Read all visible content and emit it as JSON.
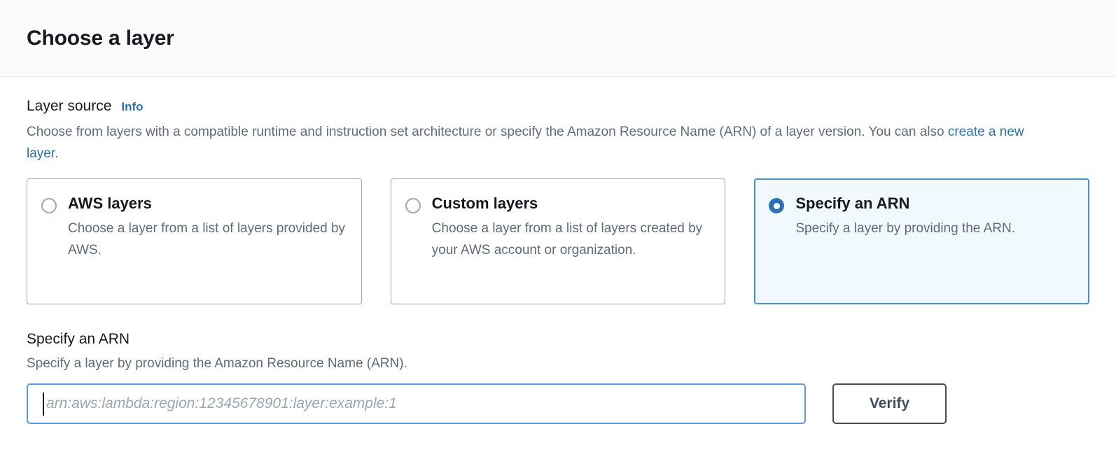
{
  "header": {
    "title": "Choose a layer"
  },
  "layer_source": {
    "label": "Layer source",
    "info_link": "Info",
    "description_part1": "Choose from layers with a compatible runtime and instruction set architecture or specify the Amazon Resource Name (ARN) of a layer version. You can also ",
    "description_link": "create a new layer",
    "description_part2": ".",
    "options": [
      {
        "title": "AWS layers",
        "description": "Choose a layer from a list of layers provided by AWS.",
        "selected": false
      },
      {
        "title": "Custom layers",
        "description": "Choose a layer from a list of layers created by your AWS account or organization.",
        "selected": false
      },
      {
        "title": "Specify an ARN",
        "description": "Specify a layer by providing the ARN.",
        "selected": true
      }
    ]
  },
  "arn_section": {
    "heading": "Specify an ARN",
    "subtext": "Specify a layer by providing the Amazon Resource Name (ARN).",
    "input_placeholder": "arn:aws:lambda:region:12345678901:layer:example:1",
    "input_value": "",
    "verify_label": "Verify"
  },
  "colors": {
    "accent_blue": "#2a72b5",
    "selected_tile_bg": "#f1f8fe",
    "selected_tile_border": "#3f96d4",
    "input_focus_border": "#539fe5",
    "button_border": "#414d5c",
    "text_primary": "#16191f",
    "text_secondary": "#5f6b7a",
    "header_bg": "#fafafa"
  }
}
